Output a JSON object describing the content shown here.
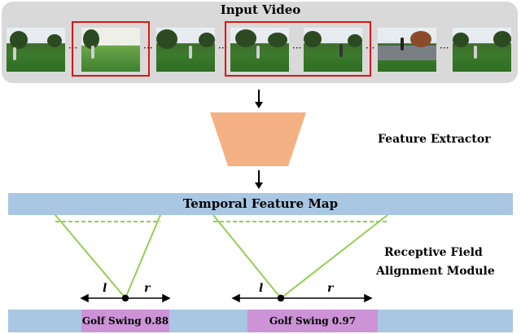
{
  "input": {
    "title": "Input Video",
    "frames": [
      "frame-1",
      "frame-2",
      "frame-3",
      "frame-4",
      "frame-5",
      "frame-6",
      "frame-7"
    ],
    "highlight_color": "#e01414"
  },
  "extractor": {
    "label": "Feature Extractor",
    "color": "#f4b183"
  },
  "feature_map": {
    "label": "Temporal Feature Map",
    "color": "#a9c7e3"
  },
  "receptive": {
    "label_line1": "Receptive Field",
    "label_line2": "Alignment Module",
    "line_color": "#92d050"
  },
  "alignment": {
    "left_symbol": "l",
    "right_symbol": "r"
  },
  "predictions": [
    {
      "label": "Golf Swing 0.88",
      "color": "#cc93d6"
    },
    {
      "label": "Golf Swing 0.97",
      "color": "#cc93d6"
    }
  ]
}
